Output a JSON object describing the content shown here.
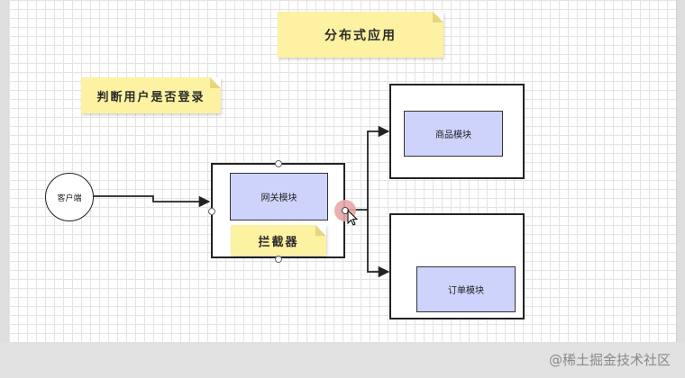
{
  "diagram": {
    "title_note": "分布式应用",
    "auth_note": "判断用户是否登录",
    "client": "客户端",
    "gateway": "网关模块",
    "interceptor_note": "拦截器",
    "product_module": "商品模块",
    "order_module": "订单模块"
  },
  "colors": {
    "note": "#fdf1a2",
    "module": "#cdd3fb",
    "cursor_highlight": "#e8a6a6"
  },
  "watermark": "@稀土掘金技术社区"
}
